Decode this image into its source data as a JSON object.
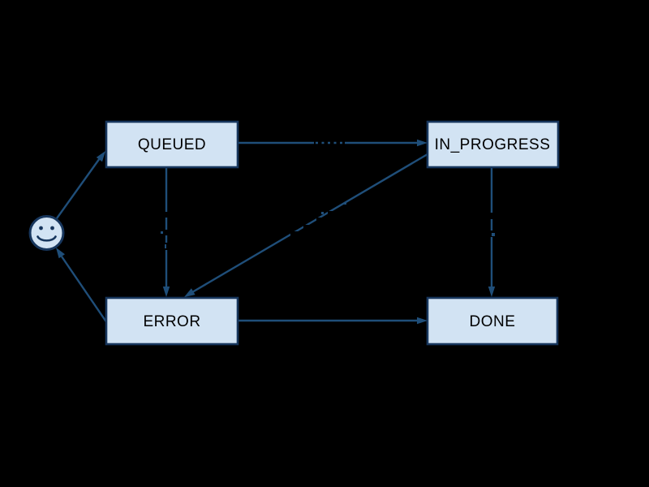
{
  "diagram": {
    "type": "state-machine",
    "background_color": "#000000",
    "colors": {
      "node_fill": "#d2e3f3",
      "node_border": "#17365d",
      "edge_color": "#1f4e79",
      "node_text_color": "#000000"
    },
    "nodes": {
      "queued": {
        "label": "QUEUED"
      },
      "in_progress": {
        "label": "IN_PROGRESS"
      },
      "error": {
        "label": "ERROR"
      },
      "done": {
        "label": "DONE"
      },
      "start": {
        "icon": "smiley-face",
        "label": ""
      }
    },
    "edges": [
      {
        "from": "start",
        "to": "queued"
      },
      {
        "from": "queued",
        "to": "in_progress"
      },
      {
        "from": "queued",
        "to": "error"
      },
      {
        "from": "in_progress",
        "to": "error"
      },
      {
        "from": "in_progress",
        "to": "done"
      },
      {
        "from": "error",
        "to": "done"
      },
      {
        "from": "error",
        "to": "start"
      }
    ]
  }
}
